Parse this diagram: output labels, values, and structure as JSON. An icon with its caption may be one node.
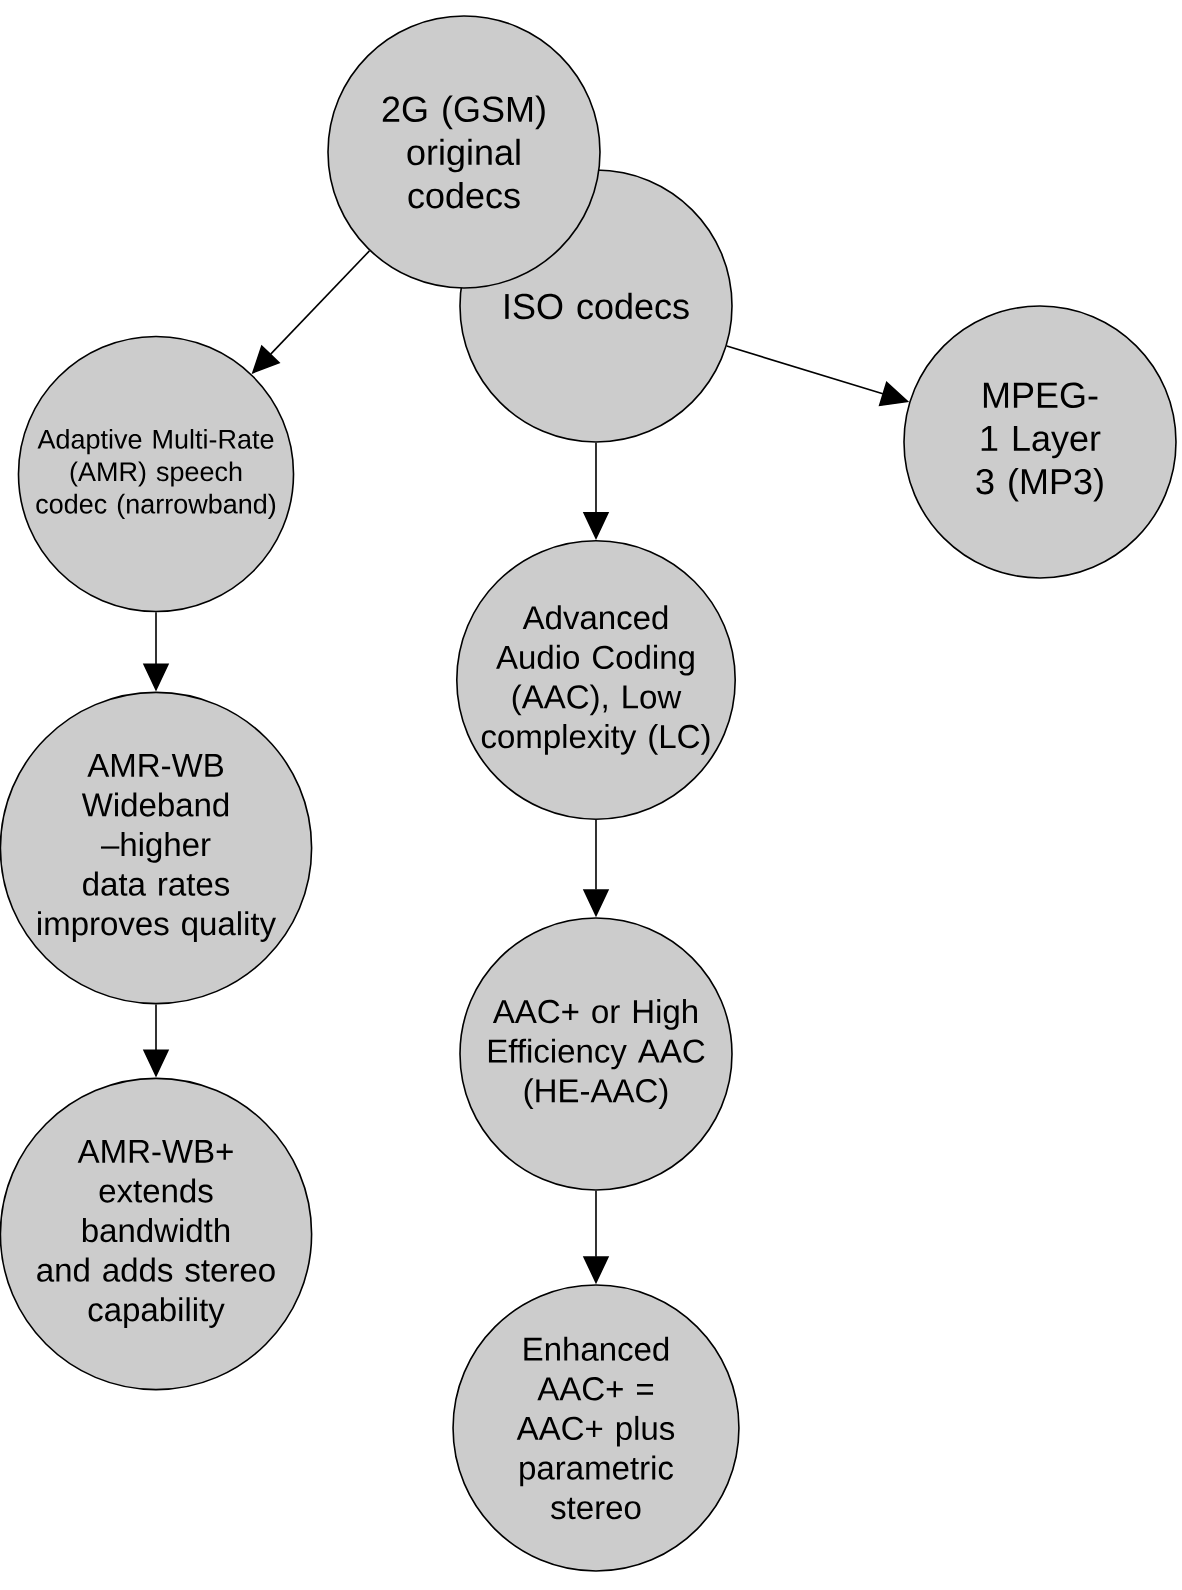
{
  "diagram": {
    "nodes": [
      {
        "text": [
          "2G (GSM) original codecs"
        ]
      },
      {
        "text": [
          "ISO codecs"
        ]
      },
      {
        "text": [
          "Adaptive Multi-Rate (AMR) speech codec (narrowband)"
        ]
      },
      {
        "text": [
          "MPEG-1 Layer 3 (MP3)"
        ]
      },
      {
        "text": [
          "Advanced Audio Coding (AAC), Low complexity (LC)"
        ]
      },
      {
        "text": [
          "AMR-WB Wideband –higher data rates improves quality"
        ]
      },
      {
        "text": [
          "AAC+ or High Efficiency AAC (HE-AAC)"
        ]
      },
      {
        "text": [
          "AMR-WB+ extends bandwidth and adds stereo capability"
        ]
      },
      {
        "text": [
          "Enhanced AAC+ = AAC+ plus parametric stereo"
        ]
      }
    ],
    "edges": [
      {
        "from": 0,
        "to": 2,
        "arrow": "to"
      },
      {
        "from": 1,
        "to": 3,
        "arrow": "to"
      },
      {
        "from": 1,
        "to": 4,
        "arrow": "to"
      },
      {
        "from": 2,
        "to": 5,
        "arrow": "to"
      },
      {
        "from": 5,
        "to": 7,
        "arrow": "to"
      },
      {
        "from": 4,
        "to": 6,
        "arrow": "to"
      },
      {
        "from": 6,
        "to": 8,
        "arrow": "to"
      }
    ]
  }
}
